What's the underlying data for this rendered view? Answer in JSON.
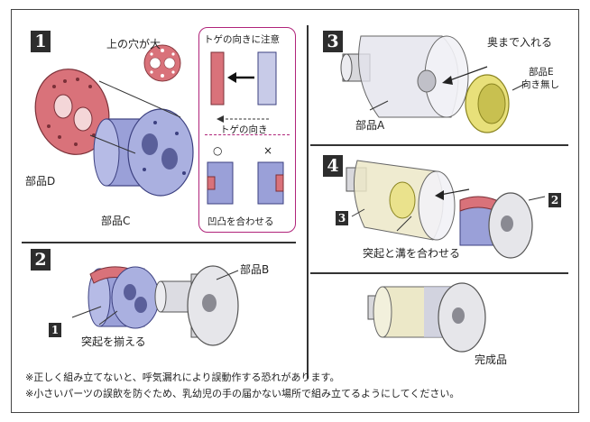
{
  "steps": {
    "s1": "1",
    "s2": "2",
    "s3": "3",
    "s4": "4",
    "ref1": "1",
    "ref2": "2",
    "ref3": "3"
  },
  "labels": {
    "hole_large": "上の穴が大",
    "part_d": "部品D",
    "part_c": "部品C",
    "spike_caution": "トゲの向きに注意",
    "spike_dir": "トゲの向き",
    "ok_mark": "○",
    "ng_mark": "×",
    "match_convex": "凹凸を合わせる",
    "part_b": "部品B",
    "align_protrusion": "突起を揃える",
    "push_all_way": "奥まで入れる",
    "part_e": "部品E",
    "no_orientation": "向き無し",
    "part_a": "部品A",
    "match_groove": "突起と溝を合わせる",
    "finished": "完成品"
  },
  "notes": {
    "line1": "※正しく組み立てないと、呼気漏れにより誤動作する恐れがあります。",
    "line2": "※小さいパーツの誤飲を防ぐため、乳幼児の手の届かない場所で組み立てるようにしてください。"
  },
  "colors": {
    "red_part": "#d9727a",
    "blue_part": "#9aa0d8",
    "gray_part": "#d8d8dc",
    "yellow_part": "#e8e07a",
    "frame": "#444444",
    "inset_border": "#b0247a"
  }
}
